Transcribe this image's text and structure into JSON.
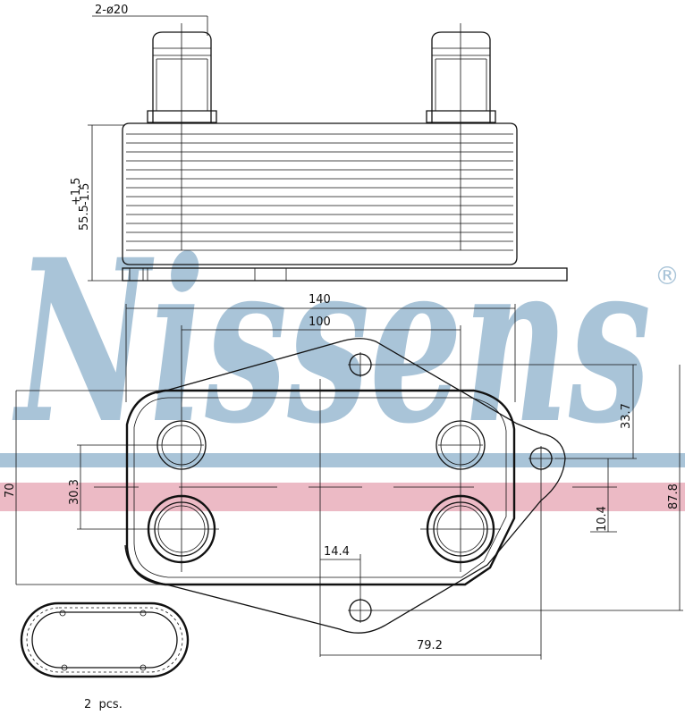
{
  "brand": {
    "name": "Nissens",
    "registered_mark": "®",
    "logo_color": "#a9c4d8",
    "band_blue": "#a9c4d8",
    "band_pink": "#e7a9b7"
  },
  "dimensions": {
    "port_diameter": "2-ø20",
    "stack_height": "55.5",
    "stack_tol_plus": "+1.5",
    "stack_tol_minus": "-1.5",
    "width_overall": "140",
    "port_spacing": "100",
    "mount_offset_upper": "33.7",
    "port_vertical": "30.3",
    "height_overall": "70",
    "mount_offset_lower": "10.4",
    "total_height": "87.8",
    "mount_bottom_offset": "14.4",
    "mount_horizontal": "79.2"
  },
  "gasket": {
    "quantity_label": "2  pcs."
  }
}
